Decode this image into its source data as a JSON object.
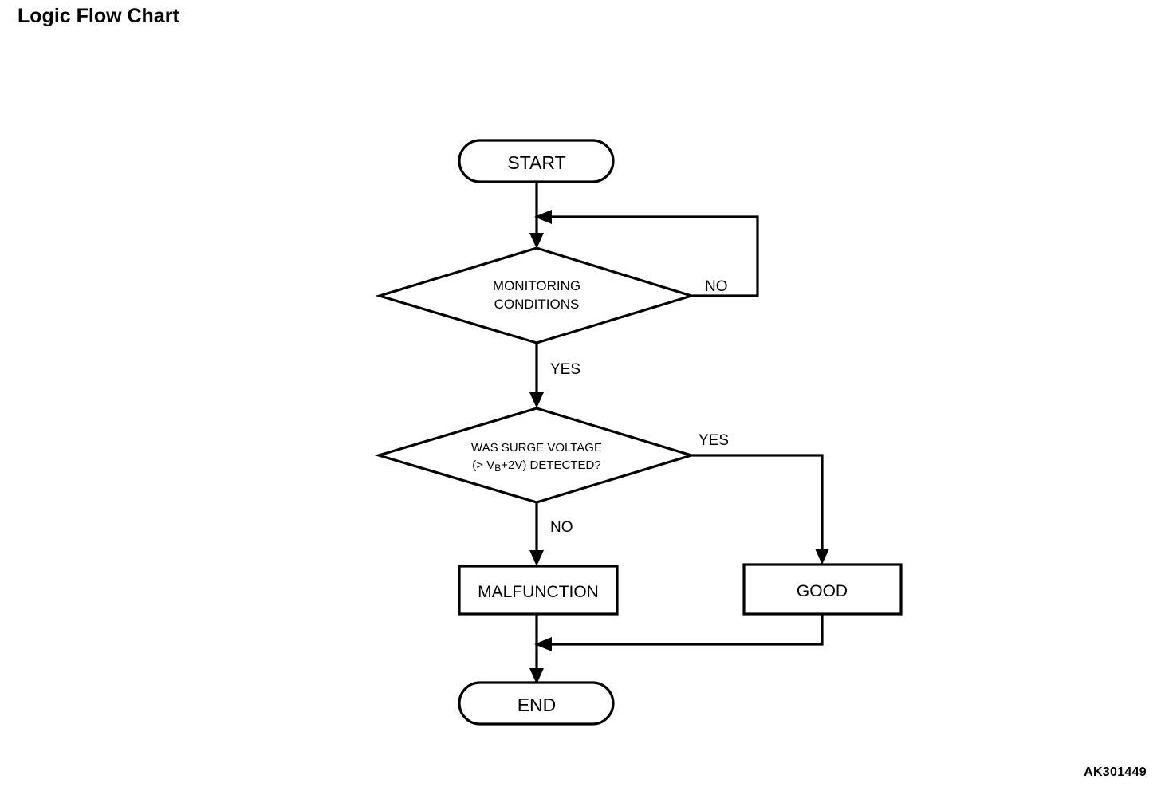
{
  "page": {
    "title": "Logic Flow Chart",
    "figure_code": "AK301449",
    "background_color": "#ffffff",
    "line_color": "#000000"
  },
  "flowchart": {
    "type": "flowchart",
    "orientation": "top-to-bottom",
    "nodes": [
      {
        "id": "start",
        "shape": "terminator",
        "label": "START"
      },
      {
        "id": "monitoring",
        "shape": "decision",
        "label_line1": "MONITORING",
        "label_line2": "CONDITIONS"
      },
      {
        "id": "surge",
        "shape": "decision",
        "label_line1": "WAS SURGE VOLTAGE",
        "label_line2_pre": "(> V",
        "label_line2_sub": "B",
        "label_line2_post": "+2V) DETECTED?"
      },
      {
        "id": "malfunction",
        "shape": "process",
        "label": "MALFUNCTION"
      },
      {
        "id": "good",
        "shape": "process",
        "label": "GOOD"
      },
      {
        "id": "end",
        "shape": "terminator",
        "label": "END"
      }
    ],
    "edges": [
      {
        "from": "start",
        "to": "monitoring",
        "label": ""
      },
      {
        "from": "monitoring",
        "to": "monitoring",
        "label": "NO",
        "note": "loop back to input of monitoring decision"
      },
      {
        "from": "monitoring",
        "to": "surge",
        "label": "YES"
      },
      {
        "from": "surge",
        "to": "malfunction",
        "label": "NO"
      },
      {
        "from": "surge",
        "to": "good",
        "label": "YES"
      },
      {
        "from": "malfunction",
        "to": "end",
        "label": ""
      },
      {
        "from": "good",
        "to": "end",
        "label": ""
      }
    ],
    "edge_labels": {
      "monitoring_no": "NO",
      "monitoring_yes": "YES",
      "surge_yes": "YES",
      "surge_no": "NO"
    }
  }
}
